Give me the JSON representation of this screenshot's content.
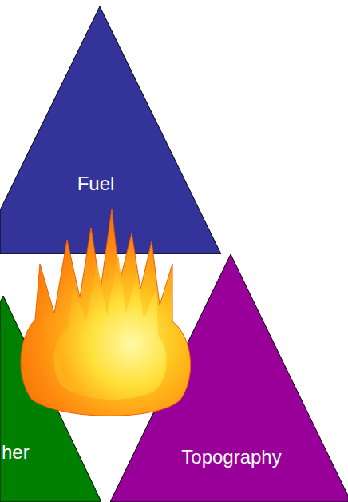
{
  "diagram": {
    "nodes": [
      {
        "text": [
          "Fuel"
        ]
      },
      {
        "text": [
          "her"
        ]
      },
      {
        "text": [
          "Topography"
        ]
      }
    ]
  }
}
